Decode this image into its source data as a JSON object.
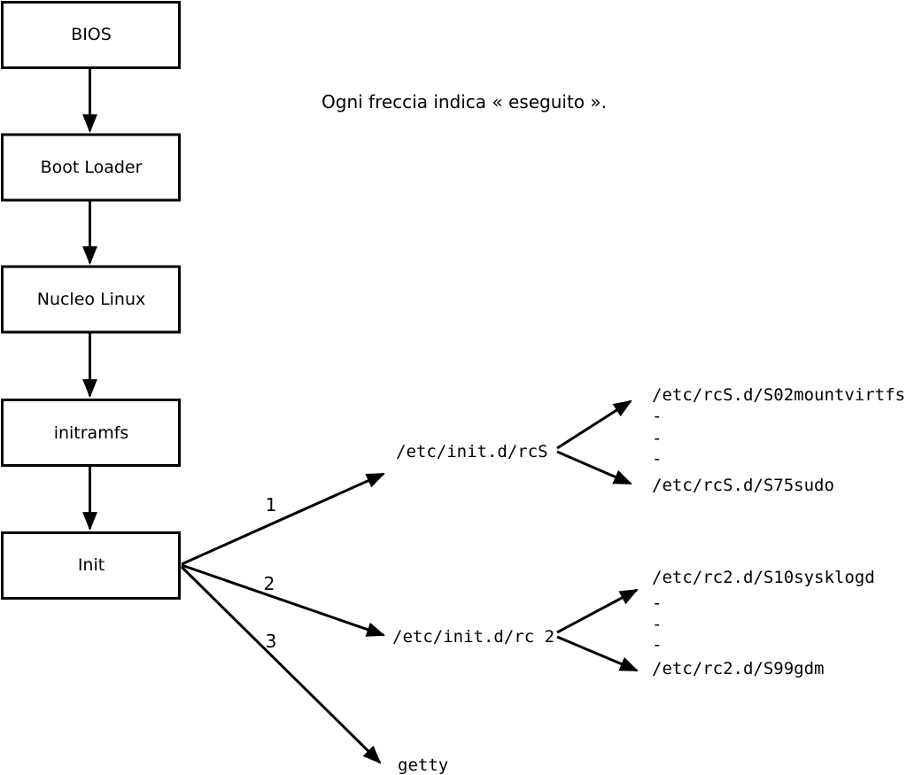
{
  "diagram": {
    "caption": "Ogni freccia indica « eseguito ».",
    "boot_chain": [
      {
        "label": "BIOS"
      },
      {
        "label": "Boot Loader"
      },
      {
        "label": "Nucleo Linux"
      },
      {
        "label": "initramfs"
      },
      {
        "label": "Init"
      }
    ],
    "init_branches": [
      {
        "order": "1",
        "target": "/etc/init.d/rcS"
      },
      {
        "order": "2",
        "target": "/etc/init.d/rc 2"
      },
      {
        "order": "3",
        "target": "getty"
      }
    ],
    "rcS_scripts": {
      "first": "/etc/rcS.d/S02mountvirtfs",
      "ellipsis": [
        "-",
        "-",
        "-"
      ],
      "last": "/etc/rcS.d/S75sudo"
    },
    "rc2_scripts": {
      "first": "/etc/rc2.d/S10sysklogd",
      "ellipsis": [
        "-",
        "-",
        "-"
      ],
      "last": "/etc/rc2.d/S99gdm"
    },
    "colors": {
      "ink": "#000000",
      "background": "#ffffff"
    }
  }
}
